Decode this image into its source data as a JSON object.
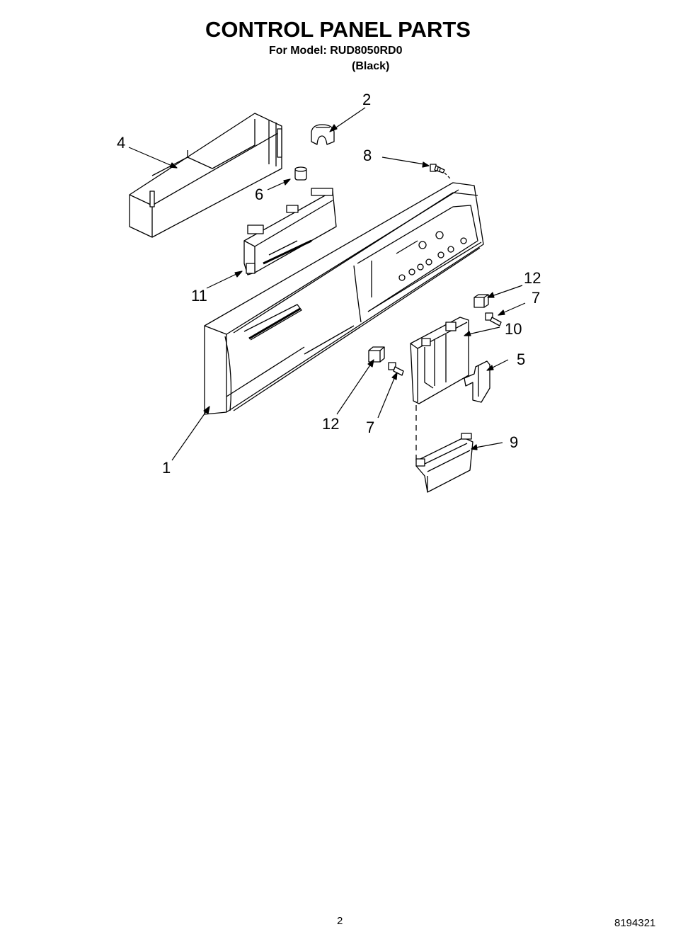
{
  "header": {
    "title": "CONTROL PANEL PARTS",
    "model_line": "For Model: RUD8050RD0",
    "color_line": "(Black)"
  },
  "callouts": {
    "c1": "1",
    "c2": "2",
    "c4": "4",
    "c5": "5",
    "c6": "6",
    "c7a": "7",
    "c7b": "7",
    "c8": "8",
    "c9": "9",
    "c10": "10",
    "c11": "11",
    "c12a": "12",
    "c12b": "12"
  },
  "footer": {
    "page_number": "2",
    "document_number": "8194321"
  }
}
